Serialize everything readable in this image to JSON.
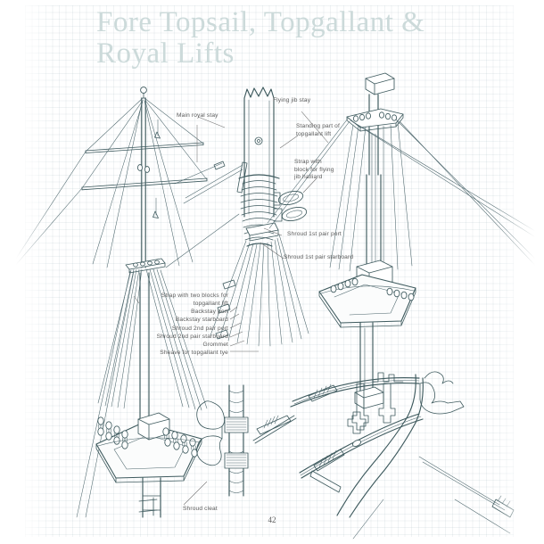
{
  "page": {
    "title_line1": "Fore  Topsail,  Topgallant &",
    "title_line2": "Royal Lifts",
    "page_number": "42",
    "title_color": "#ccdada",
    "ink_color": "#3e5a5e",
    "label_color": "#5b5b5b",
    "paper_color": "#ffffff"
  },
  "labels": {
    "main_royal_stay": "Main royal stay",
    "flying_jib_stay": "Flying jib stay",
    "standing_part_topgallant_lift": "Standing part of\ntopgallant lift",
    "strap_block_flying_jib_halliard": "Strap with\nblock for flying\njib halliard",
    "shroud_1st_pair_port": "Shroud 1st pair port",
    "shroud_1st_pair_starboard": "Shroud 1st pair starboard",
    "strap_two_blocks_topgallant_lift": "Strap with two blocks for\ntopgallant lift",
    "backstay_port": "Backstay port",
    "backstay_starboard": "Backstay starboard",
    "shroud_2nd_pair_port": "Shroud 2nd pair port",
    "shroud_2nd_pair_starboard": "Shroud 2nd pair starboard",
    "grommet": "Grommet",
    "sheave_topgallant_tye": "Sheave for topgallant tye",
    "shroud_cleat": "Shroud cleat"
  }
}
